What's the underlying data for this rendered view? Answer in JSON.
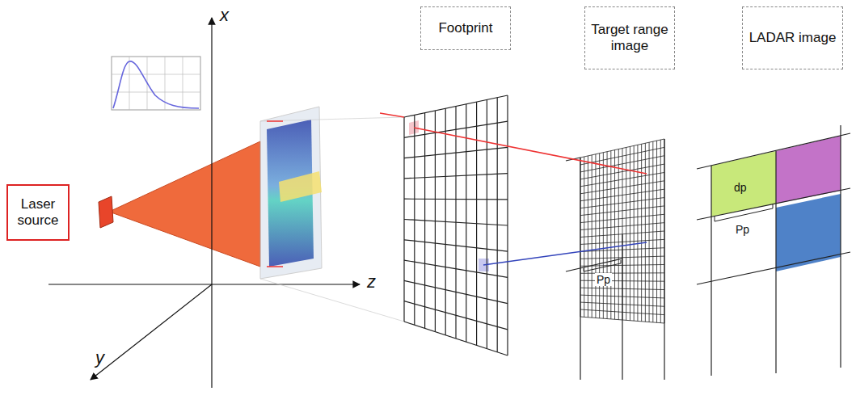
{
  "diagram": {
    "nodes": [
      {
        "text": [
          "Laser source"
        ]
      },
      {
        "text": [
          "Footprint"
        ]
      },
      {
        "text": [
          "Target range image"
        ]
      },
      {
        "text": [
          "LADAR image"
        ]
      }
    ],
    "labels": [
      "x",
      "y",
      "z",
      "Pp",
      "dp",
      "Pp"
    ]
  }
}
